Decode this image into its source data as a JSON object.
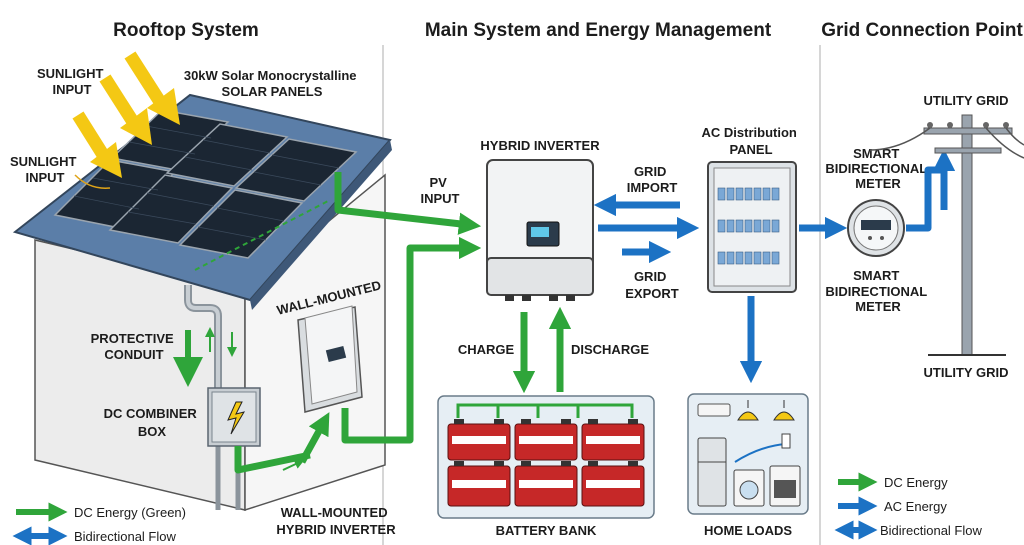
{
  "sections": {
    "rooftop": "Rooftop System",
    "main": "Main System and Energy Management",
    "grid": "Grid Connection Point"
  },
  "labels": {
    "sunlight_input_1": [
      "SUNLIGHT",
      "INPUT"
    ],
    "sunlight_input_2": [
      "SUNLIGHT",
      "INPUT"
    ],
    "solar_panels": [
      "30kW Solar Monocrystalline",
      "SOLAR PANELS"
    ],
    "protective_conduit": [
      "PROTECTIVE",
      "CONDUIT"
    ],
    "dc_combiner_box": [
      "DC COMBINER",
      "BOX"
    ],
    "wall_mounted": "WALL-MOUNTED",
    "wall_mounted_inverter": [
      "WALL-MOUNTED",
      "HYBRID INVERTER"
    ],
    "pv_input": [
      "PV",
      "INPUT"
    ],
    "hybrid_inverter": "HYBRID INVERTER",
    "grid_import": [
      "GRID",
      "IMPORT"
    ],
    "grid_export": [
      "GRID",
      "EXPORT"
    ],
    "charge": "CHARGE",
    "discharge": "DISCHARGE",
    "battery_bank": "BATTERY BANK",
    "ac_panel": [
      "AC Distribution",
      "PANEL"
    ],
    "home_loads": "HOME LOADS",
    "smart_meter_top": [
      "SMART",
      "BIDIRECTIONAL",
      "METER"
    ],
    "smart_meter_bottom": [
      "SMART",
      "BIDIRECTIONAL",
      "METER"
    ],
    "utility_grid_top": "UTILITY GRID",
    "utility_grid_bottom": "UTILITY GRID"
  },
  "legend_left": [
    {
      "label": "DC Energy (Green)",
      "color": "#2fa53a",
      "style": "single"
    },
    {
      "label": "Bidirectional Flow",
      "color": "#1c72c4",
      "style": "double"
    }
  ],
  "legend_right": [
    {
      "label": "DC Energy",
      "color": "#2fa53a",
      "style": "single"
    },
    {
      "label": "AC Energy",
      "color": "#1c72c4",
      "style": "single"
    },
    {
      "label": "Bidirectional Flow",
      "color": "#1c72c4",
      "style": "double"
    }
  ],
  "colors": {
    "dc_green": "#2fa53a",
    "ac_blue": "#1c72c4",
    "sun_yellow": "#f4c814",
    "battery_red": "#c62828"
  }
}
